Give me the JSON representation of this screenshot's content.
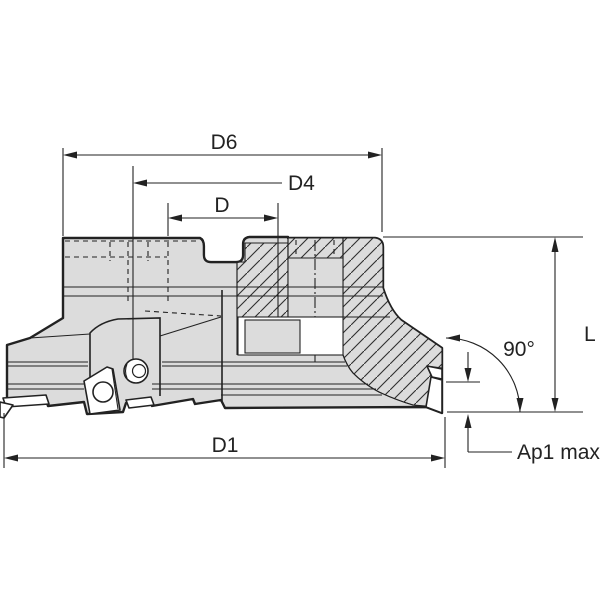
{
  "labels": {
    "d6": "D6",
    "d4": "D4",
    "d": "D",
    "d1": "D1",
    "l": "L",
    "angle": "90°",
    "ap1_max": "Ap1 max"
  },
  "colors": {
    "background": "#ffffff",
    "body_fill": "#dcdcdc",
    "line": "#222222",
    "hatch_line": "#2e2e2e",
    "insert_fill": "#ffffff"
  }
}
